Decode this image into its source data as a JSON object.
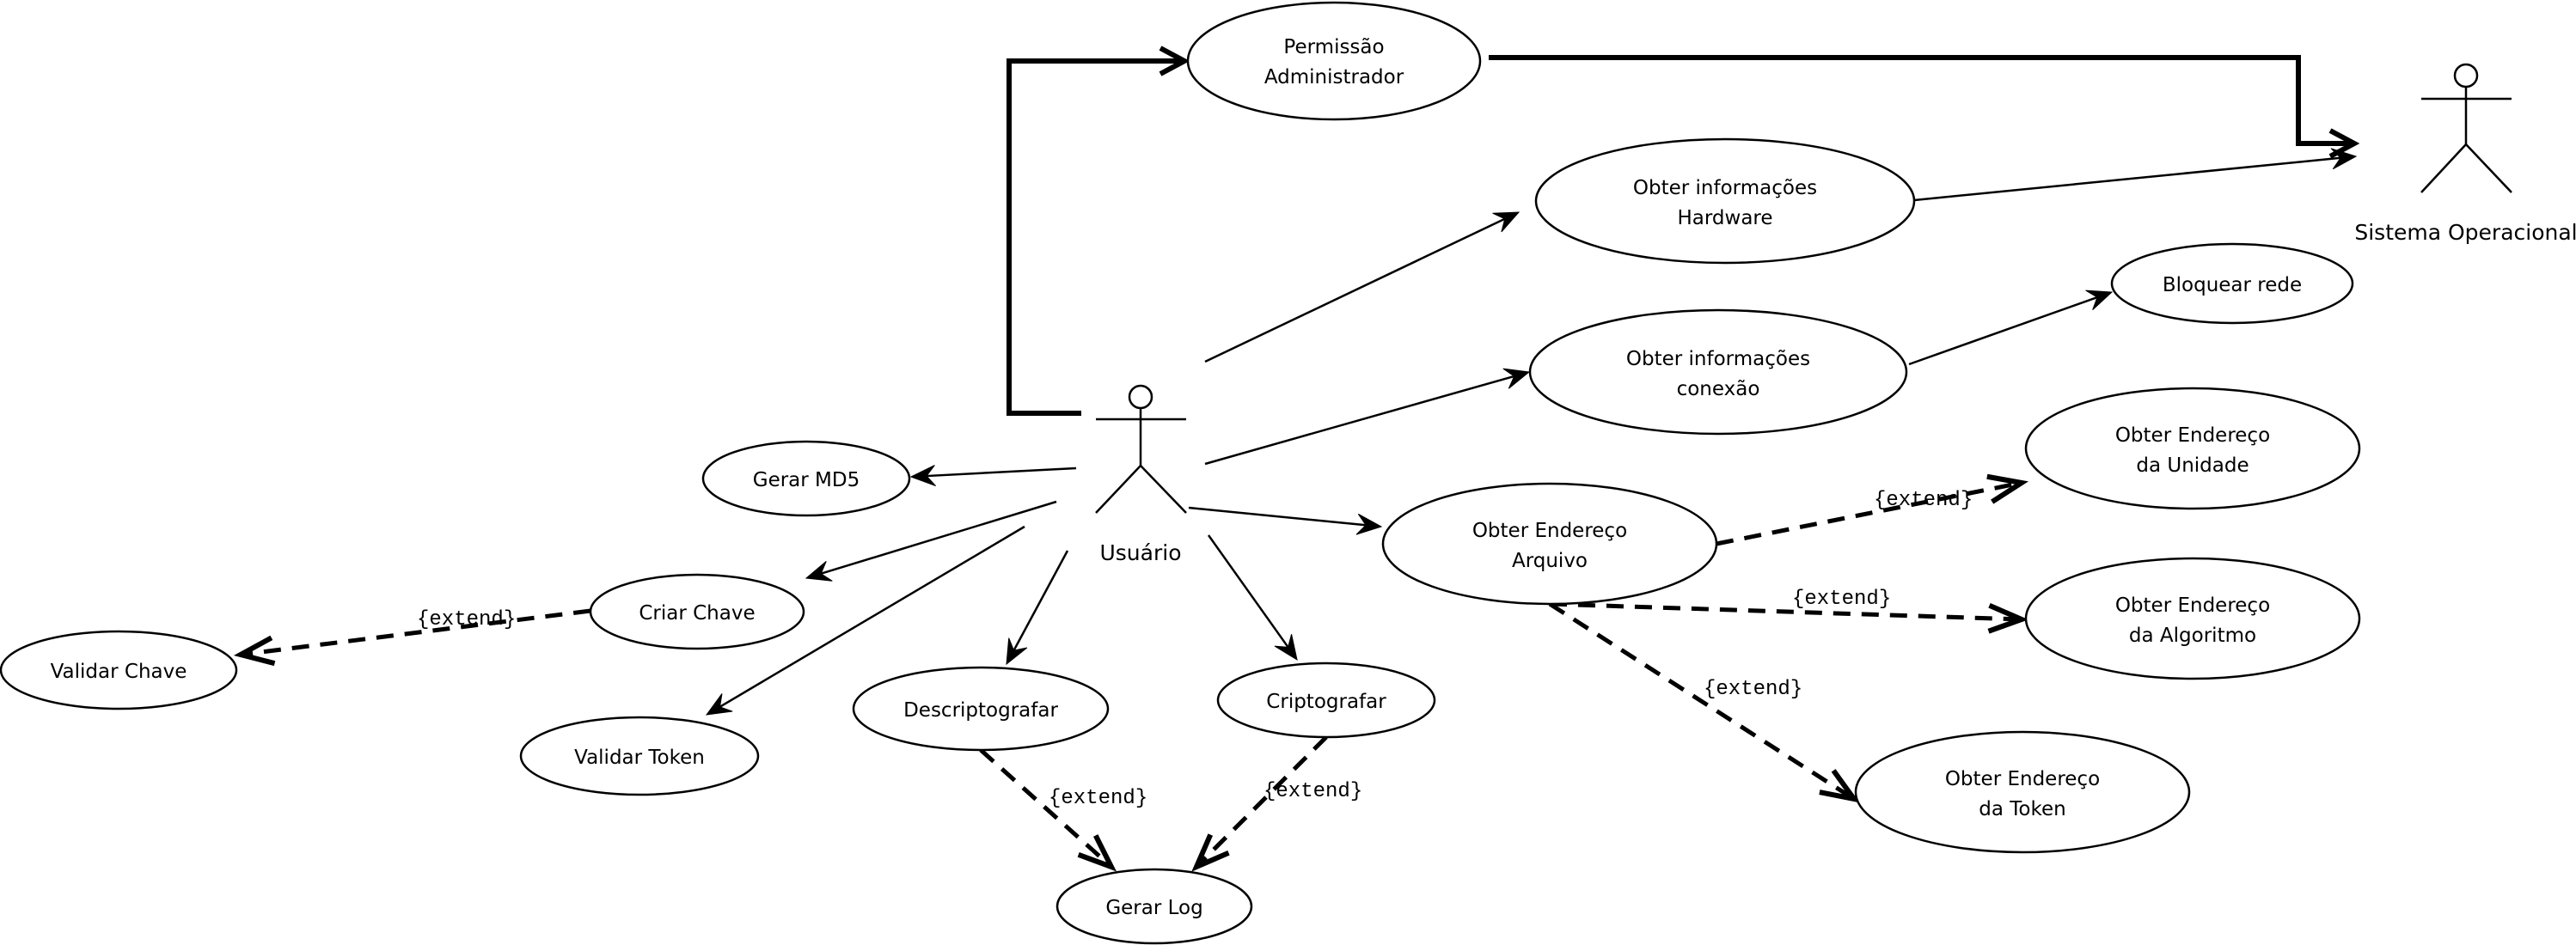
{
  "diagram": {
    "type": "uml-use-case",
    "actors": [
      {
        "id": "usuario",
        "label": "Usuário"
      },
      {
        "id": "sistema",
        "label": "Sistema Operacional"
      }
    ],
    "use_cases": [
      {
        "id": "permissao",
        "lines": [
          "Permissão",
          "Administrador"
        ]
      },
      {
        "id": "hardware",
        "lines": [
          "Obter informações",
          "Hardware"
        ]
      },
      {
        "id": "conexao",
        "lines": [
          "Obter informações",
          "conexão"
        ]
      },
      {
        "id": "bloquear",
        "lines": [
          "Bloquear rede"
        ]
      },
      {
        "id": "gerar-md5",
        "lines": [
          "Gerar MD5"
        ]
      },
      {
        "id": "criar-chave",
        "lines": [
          "Criar Chave"
        ]
      },
      {
        "id": "validar-chave",
        "lines": [
          "Validar Chave"
        ]
      },
      {
        "id": "validar-token",
        "lines": [
          "Validar Token"
        ]
      },
      {
        "id": "descriptografar",
        "lines": [
          "Descriptografar"
        ]
      },
      {
        "id": "criptografar",
        "lines": [
          "Criptografar"
        ]
      },
      {
        "id": "gerar-log",
        "lines": [
          "Gerar Log"
        ]
      },
      {
        "id": "arquivo",
        "lines": [
          "Obter Endereço",
          "Arquivo"
        ]
      },
      {
        "id": "unidade",
        "lines": [
          "Obter Endereço",
          "da Unidade"
        ]
      },
      {
        "id": "algoritmo",
        "lines": [
          "Obter Endereço",
          "da Algoritmo"
        ]
      },
      {
        "id": "token",
        "lines": [
          "Obter Endereço",
          "da Token"
        ]
      }
    ],
    "associations": [
      {
        "from": "usuario",
        "to": "permissao",
        "style": "thick-orthogonal"
      },
      {
        "from": "permissao",
        "to": "sistema",
        "style": "thick-orthogonal"
      },
      {
        "from": "hardware",
        "to": "sistema",
        "style": "solid"
      },
      {
        "from": "usuario",
        "to": "hardware",
        "style": "solid"
      },
      {
        "from": "usuario",
        "to": "conexao",
        "style": "solid"
      },
      {
        "from": "conexao",
        "to": "bloquear",
        "style": "solid"
      },
      {
        "from": "usuario",
        "to": "gerar-md5",
        "style": "solid"
      },
      {
        "from": "usuario",
        "to": "criar-chave",
        "style": "solid"
      },
      {
        "from": "usuario",
        "to": "validar-token",
        "style": "solid"
      },
      {
        "from": "usuario",
        "to": "descriptografar",
        "style": "solid"
      },
      {
        "from": "usuario",
        "to": "criptografar",
        "style": "solid"
      },
      {
        "from": "usuario",
        "to": "arquivo",
        "style": "solid"
      }
    ],
    "extends": [
      {
        "from": "criar-chave",
        "to": "validar-chave",
        "label": "{extend}"
      },
      {
        "from": "descriptografar",
        "to": "gerar-log",
        "label": "{extend}"
      },
      {
        "from": "criptografar",
        "to": "gerar-log",
        "label": "{extend}"
      },
      {
        "from": "arquivo",
        "to": "unidade",
        "label": "{extend}"
      },
      {
        "from": "arquivo",
        "to": "algoritmo",
        "label": "{extend}"
      },
      {
        "from": "arquivo",
        "to": "token",
        "label": "{extend}"
      }
    ]
  }
}
